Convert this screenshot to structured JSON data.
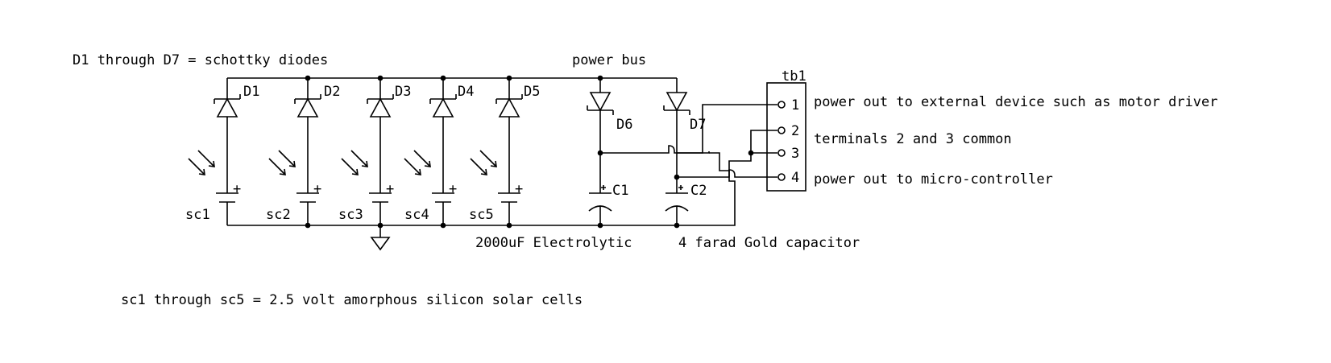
{
  "notes": {
    "diodes": "D1 through D7 = schottky diodes",
    "cells": "sc1 through sc5 = 2.5 volt amorphous silicon solar cells"
  },
  "power_bus_label": "power bus",
  "diodes": [
    "D1",
    "D2",
    "D3",
    "D4",
    "D5",
    "D6",
    "D7"
  ],
  "solar_cells": [
    "sc1",
    "sc2",
    "sc3",
    "sc4",
    "sc5"
  ],
  "plus_sign": "+",
  "capacitors": [
    {
      "ref": "C1",
      "desc": "2000uF Electrolytic"
    },
    {
      "ref": "C2",
      "desc": "4 farad Gold capacitor"
    }
  ],
  "terminal_block": {
    "ref": "tb1",
    "pins": [
      "1",
      "2",
      "3",
      "4"
    ],
    "descriptions": [
      "power out to external device such as motor driver",
      "terminals 2 and 3 common",
      "power out to micro-controller"
    ]
  }
}
